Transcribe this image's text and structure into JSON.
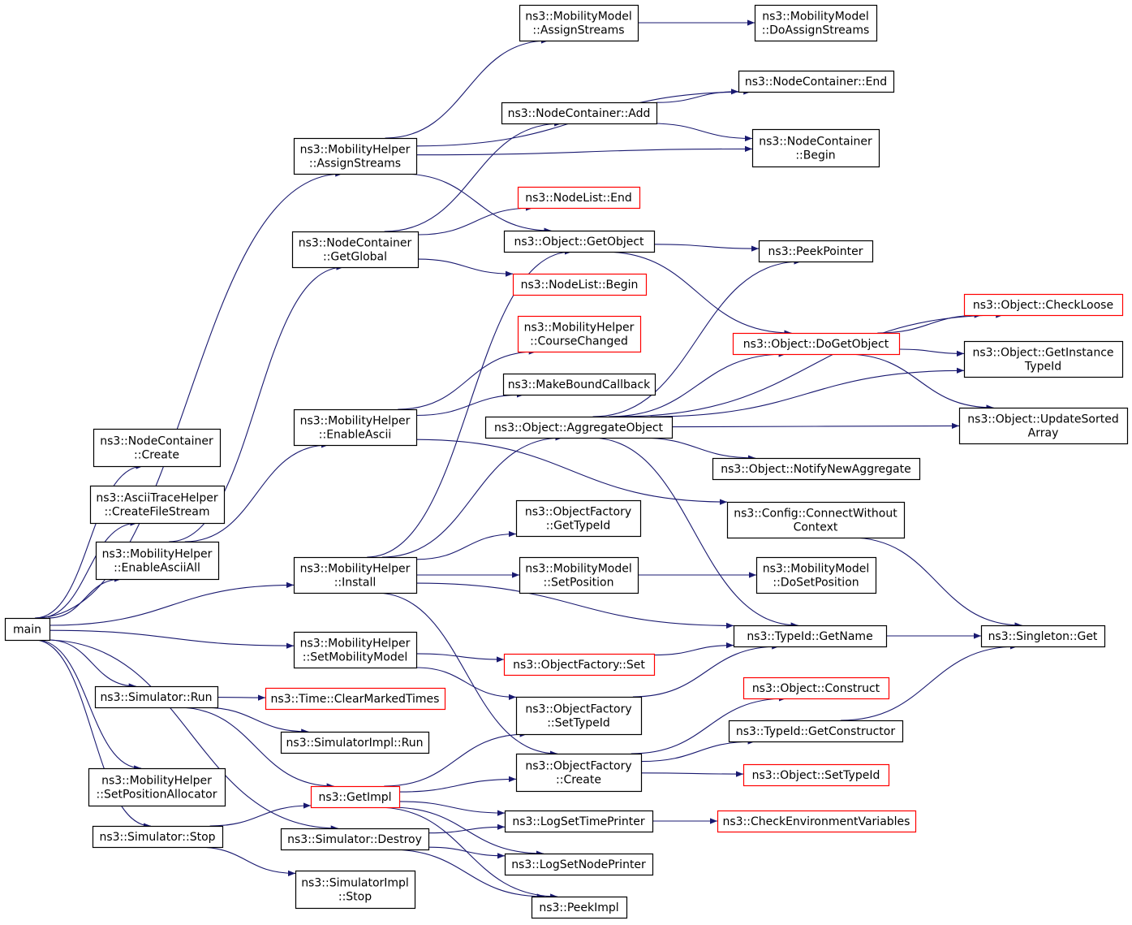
{
  "colors": {
    "edge": "#191970",
    "node_border": "#000000",
    "node_border_truncated": "#ff0000",
    "root_fill": "#bfbfbf",
    "node_fill": "#ffffff"
  },
  "nodes": [
    {
      "id": "main",
      "lines": [
        "main"
      ],
      "root": true
    },
    {
      "id": "nc_create",
      "lines": [
        "ns3::NodeContainer",
        "::Create"
      ]
    },
    {
      "id": "ascii_cfs",
      "lines": [
        "ns3::AsciiTraceHelper",
        "::CreateFileStream"
      ]
    },
    {
      "id": "mh_enableasciiall",
      "lines": [
        "ns3::MobilityHelper",
        "::EnableAsciiAll"
      ]
    },
    {
      "id": "sim_run",
      "lines": [
        "ns3::Simulator::Run"
      ]
    },
    {
      "id": "mh_setposalloc",
      "lines": [
        "ns3::MobilityHelper",
        "::SetPositionAllocator"
      ]
    },
    {
      "id": "sim_stop",
      "lines": [
        "ns3::Simulator::Stop"
      ]
    },
    {
      "id": "mh_assign",
      "lines": [
        "ns3::MobilityHelper",
        "::AssignStreams"
      ]
    },
    {
      "id": "nc_getglobal",
      "lines": [
        "ns3::NodeContainer",
        "::GetGlobal"
      ]
    },
    {
      "id": "mh_enableascii",
      "lines": [
        "ns3::MobilityHelper",
        "::EnableAscii"
      ]
    },
    {
      "id": "mh_install",
      "lines": [
        "ns3::MobilityHelper",
        "::Install"
      ]
    },
    {
      "id": "mh_setmobmodel",
      "lines": [
        "ns3::MobilityHelper",
        "::SetMobilityModel"
      ]
    },
    {
      "id": "time_clear",
      "lines": [
        "ns3::Time::ClearMarkedTimes"
      ],
      "truncated": true
    },
    {
      "id": "simimpl_run",
      "lines": [
        "ns3::SimulatorImpl::Run"
      ]
    },
    {
      "id": "getimpl",
      "lines": [
        "ns3::GetImpl"
      ],
      "truncated": true
    },
    {
      "id": "sim_destroy",
      "lines": [
        "ns3::Simulator::Destroy"
      ]
    },
    {
      "id": "simimpl_stop",
      "lines": [
        "ns3::SimulatorImpl",
        "::Stop"
      ]
    },
    {
      "id": "mm_assign",
      "lines": [
        "ns3::MobilityModel",
        "::AssignStreams"
      ]
    },
    {
      "id": "nc_add",
      "lines": [
        "ns3::NodeContainer::Add"
      ]
    },
    {
      "id": "nl_end",
      "lines": [
        "ns3::NodeList::End"
      ],
      "truncated": true
    },
    {
      "id": "obj_getobject",
      "lines": [
        "ns3::Object::GetObject"
      ]
    },
    {
      "id": "nl_begin",
      "lines": [
        "ns3::NodeList::Begin"
      ],
      "truncated": true
    },
    {
      "id": "mh_coursechanged",
      "lines": [
        "ns3::MobilityHelper",
        "::CourseChanged"
      ],
      "truncated": true
    },
    {
      "id": "makeboundcb",
      "lines": [
        "ns3::MakeBoundCallback"
      ]
    },
    {
      "id": "obj_aggregate",
      "lines": [
        "ns3::Object::AggregateObject"
      ]
    },
    {
      "id": "of_gettypeid",
      "lines": [
        "ns3::ObjectFactory",
        "::GetTypeId"
      ]
    },
    {
      "id": "mm_setpos",
      "lines": [
        "ns3::MobilityModel",
        "::SetPosition"
      ]
    },
    {
      "id": "of_set",
      "lines": [
        "ns3::ObjectFactory::Set"
      ],
      "truncated": true
    },
    {
      "id": "of_settypeid",
      "lines": [
        "ns3::ObjectFactory",
        "::SetTypeId"
      ]
    },
    {
      "id": "of_create",
      "lines": [
        "ns3::ObjectFactory",
        "::Create"
      ]
    },
    {
      "id": "logsettime",
      "lines": [
        "ns3::LogSetTimePrinter"
      ]
    },
    {
      "id": "logsetnode",
      "lines": [
        "ns3::LogSetNodePrinter"
      ]
    },
    {
      "id": "peekimpl",
      "lines": [
        "ns3::PeekImpl"
      ]
    },
    {
      "id": "mm_doassign",
      "lines": [
        "ns3::MobilityModel",
        "::DoAssignStreams"
      ]
    },
    {
      "id": "nc_end",
      "lines": [
        "ns3::NodeContainer::End"
      ]
    },
    {
      "id": "nc_begin",
      "lines": [
        "ns3::NodeContainer",
        "::Begin"
      ]
    },
    {
      "id": "peekpointer",
      "lines": [
        "ns3::PeekPointer"
      ]
    },
    {
      "id": "obj_checkloose",
      "lines": [
        "ns3::Object::CheckLoose"
      ],
      "truncated": true
    },
    {
      "id": "obj_dogetobject",
      "lines": [
        "ns3::Object::DoGetObject"
      ],
      "truncated": true
    },
    {
      "id": "obj_getinstance",
      "lines": [
        "ns3::Object::GetInstance",
        "TypeId"
      ]
    },
    {
      "id": "obj_updatesorted",
      "lines": [
        "ns3::Object::UpdateSorted",
        "Array"
      ]
    },
    {
      "id": "obj_notify",
      "lines": [
        "ns3::Object::NotifyNewAggregate"
      ]
    },
    {
      "id": "cfg_connect",
      "lines": [
        "ns3::Config::ConnectWithout",
        "Context"
      ]
    },
    {
      "id": "mm_dosetpos",
      "lines": [
        "ns3::MobilityModel",
        "::DoSetPosition"
      ]
    },
    {
      "id": "typeid_getname",
      "lines": [
        "ns3::TypeId::GetName"
      ]
    },
    {
      "id": "singleton_get",
      "lines": [
        "ns3::Singleton::Get"
      ]
    },
    {
      "id": "obj_construct",
      "lines": [
        "ns3::Object::Construct"
      ],
      "truncated": true
    },
    {
      "id": "typeid_getctor",
      "lines": [
        "ns3::TypeId::GetConstructor"
      ]
    },
    {
      "id": "obj_settypeid",
      "lines": [
        "ns3::Object::SetTypeId"
      ],
      "truncated": true
    },
    {
      "id": "checkenv",
      "lines": [
        "ns3::CheckEnvironmentVariables"
      ],
      "truncated": true
    }
  ],
  "edges": [
    [
      "main",
      "nc_create"
    ],
    [
      "main",
      "ascii_cfs"
    ],
    [
      "main",
      "mh_enableasciiall"
    ],
    [
      "main",
      "sim_run"
    ],
    [
      "main",
      "mh_setposalloc"
    ],
    [
      "main",
      "sim_stop"
    ],
    [
      "main",
      "mh_assign"
    ],
    [
      "main",
      "mh_install"
    ],
    [
      "main",
      "mh_setmobmodel"
    ],
    [
      "main",
      "sim_destroy"
    ],
    [
      "mh_enableasciiall",
      "nc_getglobal"
    ],
    [
      "mh_enableasciiall",
      "mh_enableascii"
    ],
    [
      "sim_run",
      "time_clear"
    ],
    [
      "sim_run",
      "simimpl_run"
    ],
    [
      "sim_run",
      "getimpl"
    ],
    [
      "sim_stop",
      "getimpl"
    ],
    [
      "sim_stop",
      "simimpl_stop"
    ],
    [
      "mh_assign",
      "mm_assign"
    ],
    [
      "mh_assign",
      "nc_end"
    ],
    [
      "mh_assign",
      "nc_begin"
    ],
    [
      "mh_assign",
      "obj_getobject"
    ],
    [
      "nc_getglobal",
      "nc_add"
    ],
    [
      "nc_getglobal",
      "nl_end"
    ],
    [
      "nc_getglobal",
      "nl_begin"
    ],
    [
      "mh_enableascii",
      "mh_coursechanged"
    ],
    [
      "mh_enableascii",
      "makeboundcb"
    ],
    [
      "mh_enableascii",
      "cfg_connect"
    ],
    [
      "mh_install",
      "obj_getobject"
    ],
    [
      "mh_install",
      "obj_aggregate"
    ],
    [
      "mh_install",
      "of_gettypeid"
    ],
    [
      "mh_install",
      "mm_setpos"
    ],
    [
      "mh_install",
      "typeid_getname"
    ],
    [
      "mh_install",
      "of_create"
    ],
    [
      "mh_setmobmodel",
      "of_set"
    ],
    [
      "mh_setmobmodel",
      "of_settypeid"
    ],
    [
      "getimpl",
      "of_settypeid"
    ],
    [
      "getimpl",
      "of_create"
    ],
    [
      "getimpl",
      "logsettime"
    ],
    [
      "getimpl",
      "logsetnode"
    ],
    [
      "getimpl",
      "peekimpl"
    ],
    [
      "sim_destroy",
      "logsettime"
    ],
    [
      "sim_destroy",
      "logsetnode"
    ],
    [
      "sim_destroy",
      "peekimpl"
    ],
    [
      "mm_assign",
      "mm_doassign"
    ],
    [
      "nc_add",
      "nc_end"
    ],
    [
      "nc_add",
      "nc_begin"
    ],
    [
      "obj_getobject",
      "peekpointer"
    ],
    [
      "obj_getobject",
      "obj_dogetobject"
    ],
    [
      "obj_aggregate",
      "peekpointer"
    ],
    [
      "obj_aggregate",
      "obj_checkloose"
    ],
    [
      "obj_aggregate",
      "obj_dogetobject"
    ],
    [
      "obj_aggregate",
      "obj_getinstance"
    ],
    [
      "obj_aggregate",
      "obj_updatesorted"
    ],
    [
      "obj_aggregate",
      "obj_notify"
    ],
    [
      "obj_aggregate",
      "typeid_getname"
    ],
    [
      "mm_setpos",
      "mm_dosetpos"
    ],
    [
      "of_set",
      "typeid_getname"
    ],
    [
      "of_settypeid",
      "typeid_getname"
    ],
    [
      "of_create",
      "obj_construct"
    ],
    [
      "of_create",
      "typeid_getctor"
    ],
    [
      "of_create",
      "obj_settypeid"
    ],
    [
      "logsettime",
      "checkenv"
    ],
    [
      "obj_dogetobject",
      "obj_checkloose"
    ],
    [
      "obj_dogetobject",
      "obj_getinstance"
    ],
    [
      "obj_dogetobject",
      "obj_updatesorted"
    ],
    [
      "cfg_connect",
      "singleton_get"
    ],
    [
      "typeid_getname",
      "singleton_get"
    ],
    [
      "typeid_getctor",
      "singleton_get"
    ]
  ]
}
